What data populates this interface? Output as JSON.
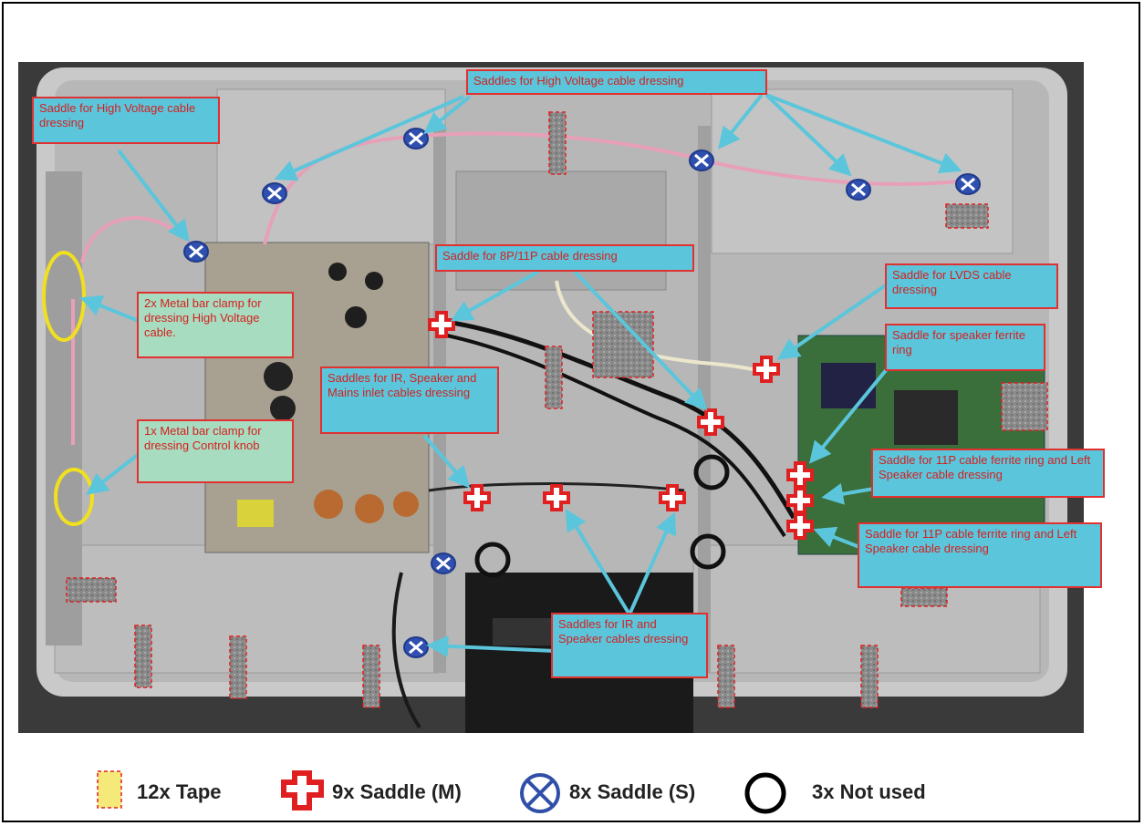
{
  "colors": {
    "saddle_m": "#e02020",
    "saddle_s": "#2f4fa8",
    "arrow": "#5bc6db",
    "clamp": "#f0e020",
    "tape": "#f5e97a"
  },
  "labels": {
    "hv_top": "Saddles for High Voltage cable dressing",
    "hv_single": "Saddle for High Voltage cable dressing",
    "metal_bar_2x": "2x Metal bar clamp for dressing High Voltage cable.",
    "metal_bar_1x": "1x Metal bar clamp for dressing Control knob",
    "cable_8p_11p": "Saddle for 8P/11P cable dressing",
    "ir_speaker_mains": "Saddles for IR, Speaker and Mains inlet cables dressing",
    "lvds": "Saddle for  LVDS cable dressing",
    "speaker_ferrite": "Saddle for speaker ferrite ring",
    "ferrite_11p_a": "Saddle for 11P cable ferrite ring and Left Speaker cable dressing",
    "ferrite_11p_b": "Saddle for 11P cable ferrite ring and Left Speaker cable dressing",
    "ir_speaker": "Saddles for IR and Speaker cables dressing"
  },
  "legend": {
    "tape": "12x Tape",
    "saddle_m": "9x Saddle (M)",
    "saddle_s": "8x Saddle (S)",
    "not_used": "3x Not used"
  }
}
